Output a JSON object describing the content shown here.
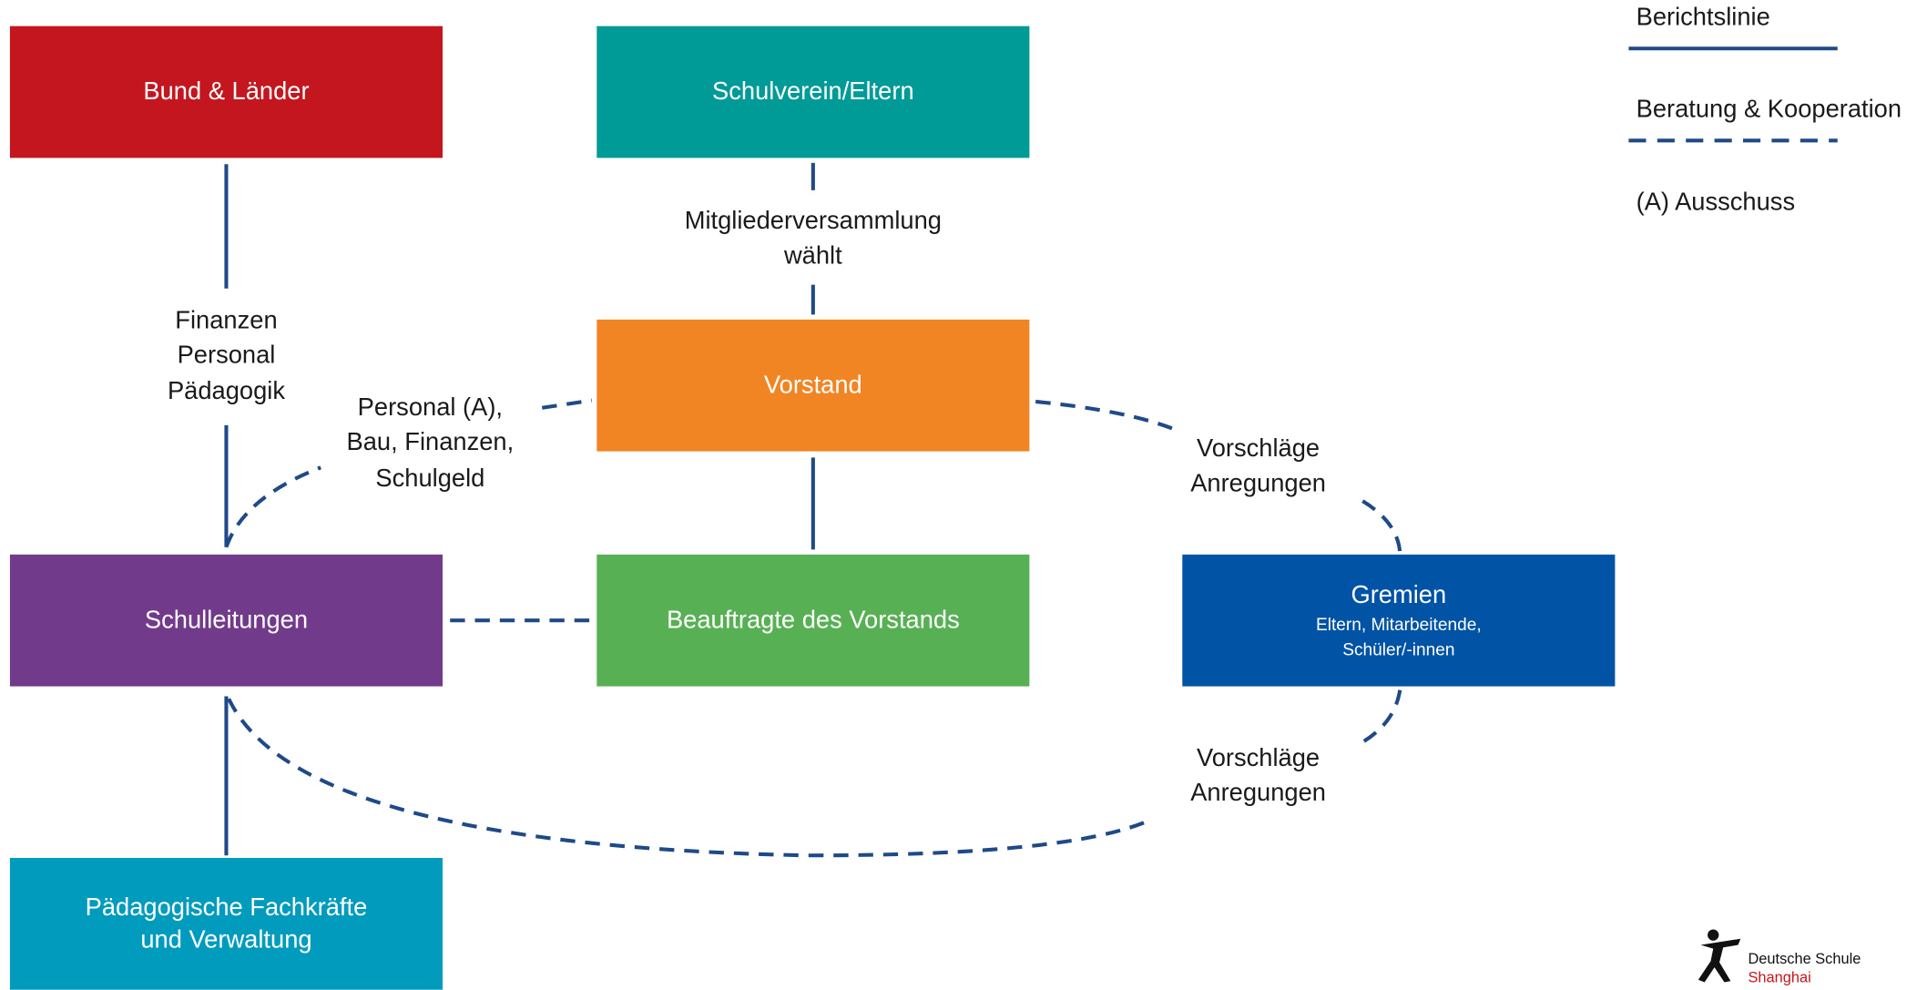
{
  "boxes": {
    "bund": {
      "label": "Bund & Länder",
      "color": "#c3161f"
    },
    "schulverein": {
      "label": "Schulverein/Eltern",
      "color": "#009a97"
    },
    "vorstand": {
      "label": "Vorstand",
      "color": "#f18524"
    },
    "schulleitungen": {
      "label": "Schulleitungen",
      "color": "#713a8a"
    },
    "beauftragte": {
      "label": "Beauftragte des Vorstands",
      "color": "#58b054"
    },
    "gremien": {
      "label": "Gremien",
      "sub1": "Eltern, Mitarbeitende,",
      "sub2": "Schüler/-innen",
      "color": "#0053a5"
    },
    "paedagogische": {
      "line1": "Pädagogische Fachkräfte",
      "line2": "und Verwaltung",
      "color": "#009bbd"
    }
  },
  "labels": {
    "mitglieder": {
      "line1": "Mitgliederversammlung",
      "line2": "wählt"
    },
    "finanzen": {
      "line1": "Finanzen",
      "line2": "Personal",
      "line3": "Pädagogik"
    },
    "personal": {
      "line1": "Personal (A),",
      "line2": "Bau, Finanzen,",
      "line3": "Schulgeld"
    },
    "vorschlaege_upper": {
      "line1": "Vorschläge",
      "line2": "Anregungen"
    },
    "vorschlaege_lower": {
      "line1": "Vorschläge",
      "line2": "Anregungen"
    }
  },
  "legend": {
    "berichtslinie": "Berichtslinie",
    "beratung": "Beratung & Kooperation",
    "ausschuss": "(A) Ausschuss"
  },
  "logo": {
    "line1": "Deutsche Schule",
    "line2": "Shanghai",
    "icon": "runner-logo-icon"
  },
  "colors": {
    "line": "#1f4a87",
    "logo_red": "#c4161c"
  }
}
